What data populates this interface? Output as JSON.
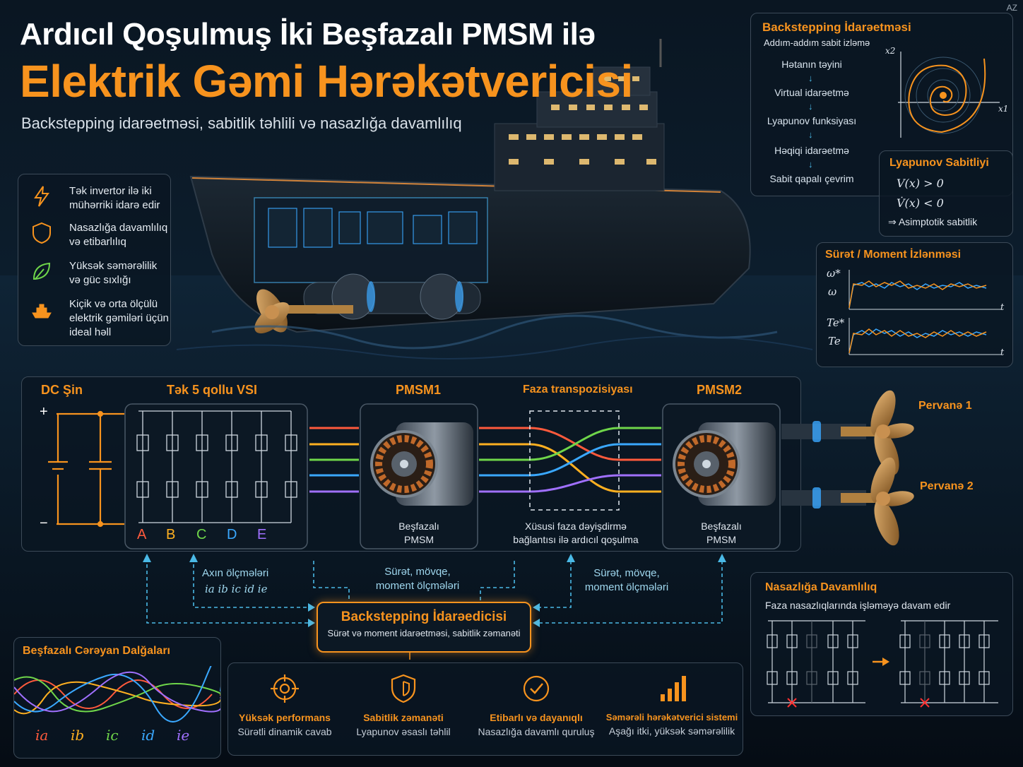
{
  "lang_tag": "AZ",
  "header": {
    "title_line1": "Ardıcıl Qoşulmuş İki Beşfazalı PMSM ilə",
    "title_line2": "Elektrik Gəmi Hərəkətvericisi",
    "subtitle": "Backstepping idarəetməsi, sabitlik təhlili və nasazlığa davamlılıq"
  },
  "features": [
    {
      "icon": "lightning-icon",
      "label": "Tək invertor ilə iki mühərriki idarə edir"
    },
    {
      "icon": "shield-icon",
      "label": "Nasazlığa davamlılıq və etibarlılıq"
    },
    {
      "icon": "leaf-icon",
      "label": "Yüksək səmərəlilik və güc sıxlığı"
    },
    {
      "icon": "ship-icon",
      "label": "Kiçik və orta ölçülü elektrik gəmiləri üçün ideal həll"
    }
  ],
  "backstepping_panel": {
    "title": "Backstepping İdarəetməsi",
    "subtitle": "Addım-addım sabit izləmə",
    "steps": [
      "Hətanın təyini",
      "Virtual idarəetmə",
      "Lyapunov funksiyası",
      "Həqiqi idarəetmə",
      "Sabit qapalı çevrim"
    ],
    "axis_x": "x1",
    "axis_y": "x2"
  },
  "lyapunov_panel": {
    "title": "Lyapunov Sabitliyi",
    "eq1": "V(x) > 0",
    "eq2": "V̇(x) < 0",
    "result": "⇒  Asimptotik sabitlik"
  },
  "tracking_panel": {
    "title": "Sürət / Moment İzlənməsi",
    "omega_ref": "ω*",
    "omega": "ω",
    "torque_ref": "Te*",
    "torque": "Te",
    "t_label": "t"
  },
  "drive": {
    "dc_bus": "DC Şin",
    "plus": "+",
    "minus": "−",
    "vsi_title": "Tək 5 qollu VSI",
    "phases": [
      "A",
      "B",
      "C",
      "D",
      "E"
    ],
    "pmsm1_title": "PMSM1",
    "pmsm1_label": "Beşfazalı PMSM",
    "transposition_title": "Faza transpozisiyası",
    "transposition_label": "Xüsusi faza dəyişdirmə bağlantısı ilə ardıcıl qoşulma",
    "pmsm2_title": "PMSM2",
    "pmsm2_label": "Beşfazalı PMSM",
    "propeller1": "Pervanə 1",
    "propeller2": "Pervanə 2"
  },
  "colors": {
    "accent": "#f7931e",
    "phase_a": "#ff5a3c",
    "phase_b": "#ffb020",
    "phase_c": "#6fd64a",
    "phase_d": "#3aa8ff",
    "phase_e": "#a070ff",
    "measurement": "#4ab9e6"
  },
  "measurements": {
    "current_title": "Axın ölçmələri",
    "current_vars": "ia ib ic id ie",
    "speed1": "Sürət, mövqe, moment ölçmələri",
    "speed2": "Sürət, mövqe, moment ölçmələri"
  },
  "controller": {
    "title": "Backstepping İdarəedicisi",
    "subtitle": "Sürət və moment idarəetməsi, sabitlik zəmanəti"
  },
  "waves_panel": {
    "title": "Beşfazalı Cərəyan Dalğaları",
    "labels": [
      "ia",
      "ib",
      "ic",
      "id",
      "ie"
    ]
  },
  "bottom_features": [
    {
      "icon": "target-icon",
      "title": "Yüksək performans",
      "subtitle": "Sürətli dinamik cavab"
    },
    {
      "icon": "shield-check-icon",
      "title": "Sabitlik zəmanəti",
      "subtitle": "Lyapunov əsaslı təhlil"
    },
    {
      "icon": "check-circle-icon",
      "title": "Etibarlı və dayanıqlı",
      "subtitle": "Nasazlığa davamlı quruluş"
    },
    {
      "icon": "bar-chart-icon",
      "title": "Səmərəli hərəkətverici sistemi",
      "subtitle": "Aşağı itki, yüksək səmərəlilik"
    }
  ],
  "fault_panel": {
    "title": "Nasazlığa Davamlılıq",
    "subtitle": "Faza nasazlıqlarında işləməyə davam edir"
  }
}
